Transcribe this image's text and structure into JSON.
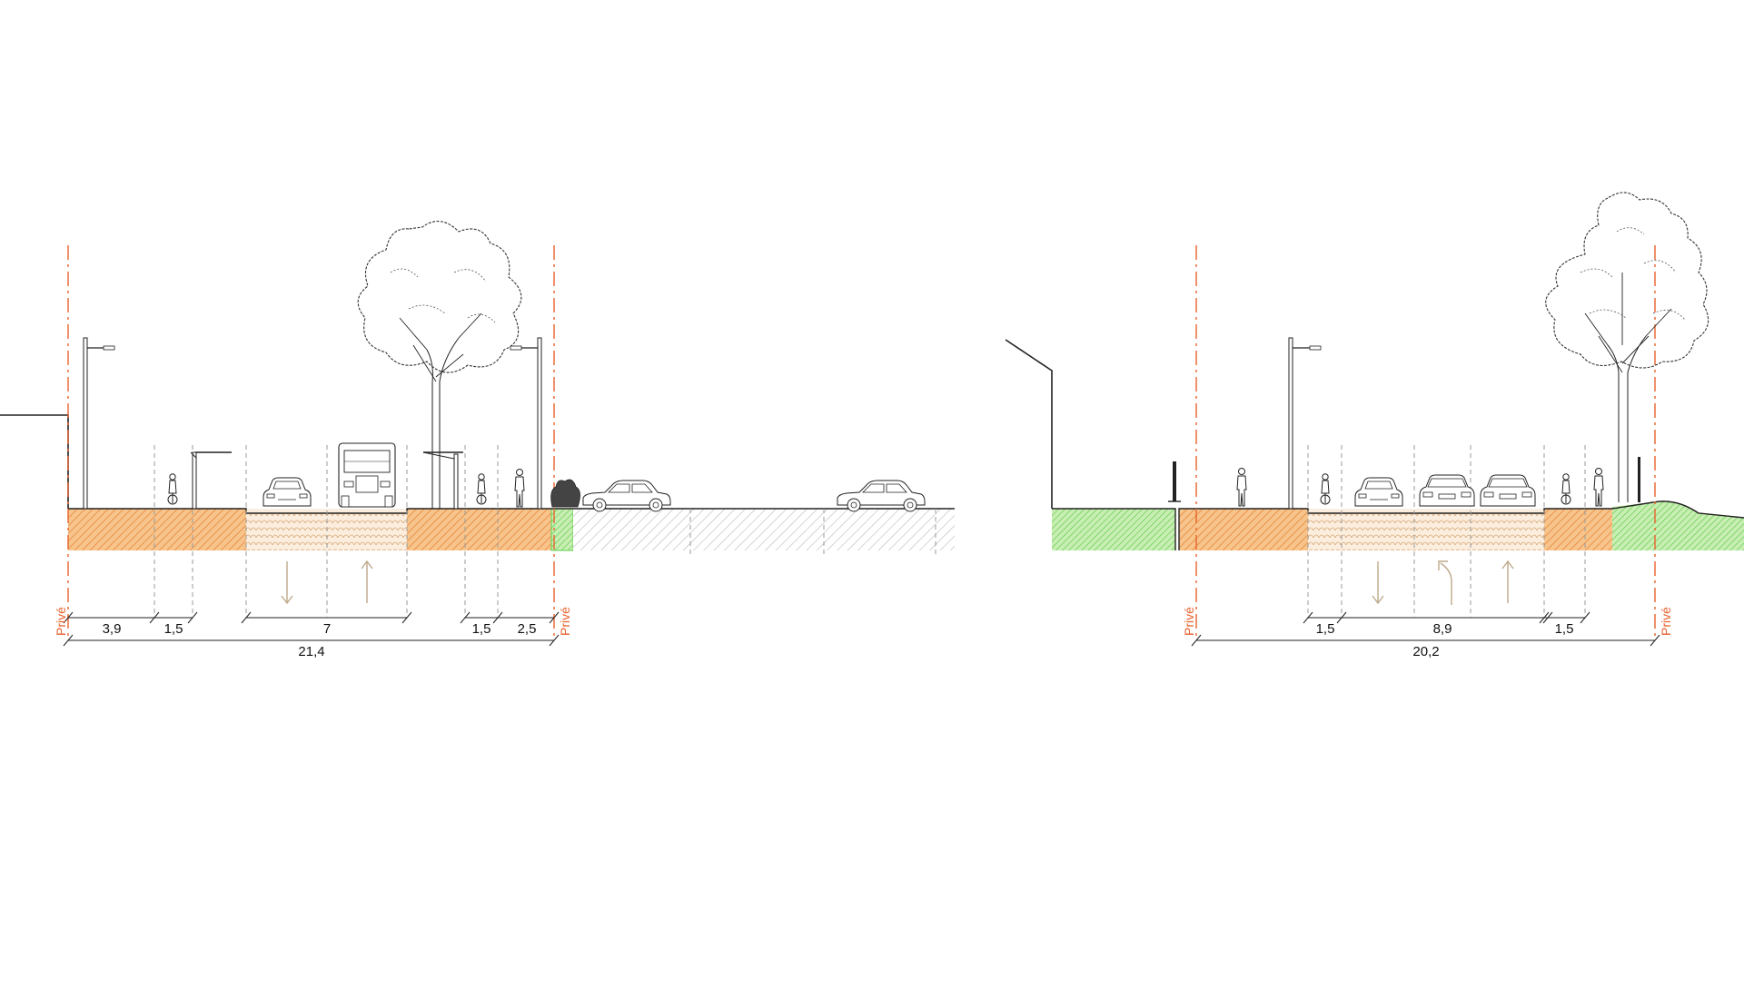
{
  "labels": {
    "private": "Privé"
  },
  "left_section": {
    "dims_top": [
      "3,9",
      "1,5",
      "7",
      "1,5",
      "2,5"
    ],
    "dim_total": "21,4"
  },
  "right_section": {
    "dims_top": [
      "1,5",
      "8,9",
      "1,5"
    ],
    "dim_total": "20,2"
  },
  "colors": {
    "sidewalk": "#f3a55a",
    "roadway": "#f7e3cc",
    "green": "#5fcf4f",
    "green_fill": "#cfeeb9",
    "boundary": "#e8622c",
    "parking": "#b9b9b9",
    "arrow": "#bda98a"
  }
}
